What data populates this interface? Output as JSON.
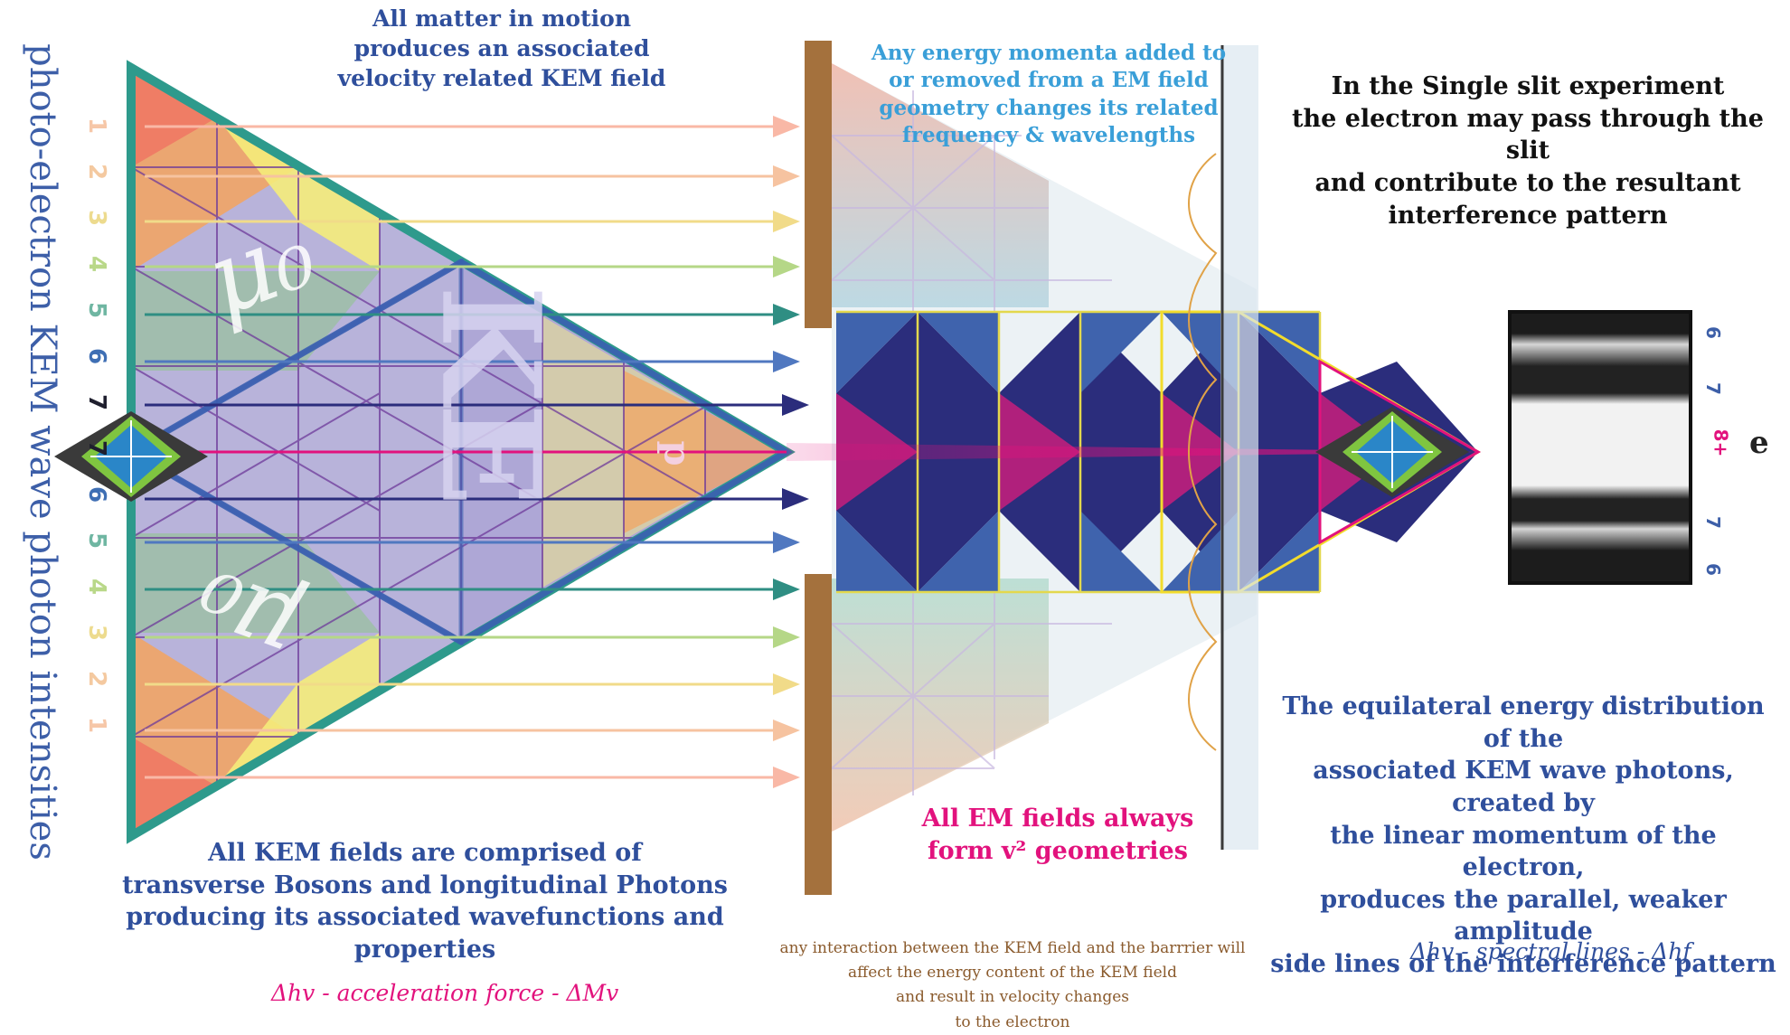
{
  "texts": {
    "top_left": [
      "All matter in motion",
      "produces an associated",
      "velocity related KEM field"
    ],
    "top_middle": [
      "Any energy momenta added to",
      "or removed from a EM field",
      "geometry changes its related",
      "frequency & wavelengths"
    ],
    "top_right": [
      "In the Single slit experiment",
      "the electron may pass through the slit",
      "and contribute to the resultant",
      "interference pattern"
    ],
    "vertical_label": "photo-electron KEM wave photon intensities",
    "bottom_left": [
      "All KEM fields are comprised of",
      "transverse Bosons and longitudinal Photons",
      "producing its associated wavefunctions and properties"
    ],
    "bottom_left_formula": "Δhv - acceleration force - ΔMv",
    "middle_pink": [
      "All EM fields always",
      "form v² geometries"
    ],
    "bottom_middle_small": [
      "any interaction between the KEM field and the barrrier will",
      "affect the energy content of the KEM field",
      "and result in velocity changes",
      "to the electron"
    ],
    "bottom_right": [
      "The equilateral energy distribution of  the",
      "associated KEM wave photons, created by",
      "the linear momentum of the electron,",
      "produces the parallel, weaker amplitude",
      "side lines of the interference pattern"
    ],
    "bottom_right_formula": "Δhv - spectral lines - Δhf"
  },
  "glyphs": {
    "mu_top": "μ₀",
    "mu_bottom": "μ₀",
    "ke": "KE",
    "p": "p",
    "electron": "e"
  },
  "scale_numbers": [
    "1",
    "2",
    "3",
    "4",
    "5",
    "6",
    "7",
    "7",
    "6",
    "5",
    "4",
    "3",
    "2",
    "1"
  ],
  "pattern_labels": [
    "6",
    "7",
    "8+",
    "7",
    "6"
  ],
  "colors": {
    "blue_text": "#2f4f9c",
    "cyan_text": "#3a9fd8",
    "magenta": "#e2127d",
    "teal_border": "#2e9a8c",
    "barrier": "#a4713d"
  }
}
